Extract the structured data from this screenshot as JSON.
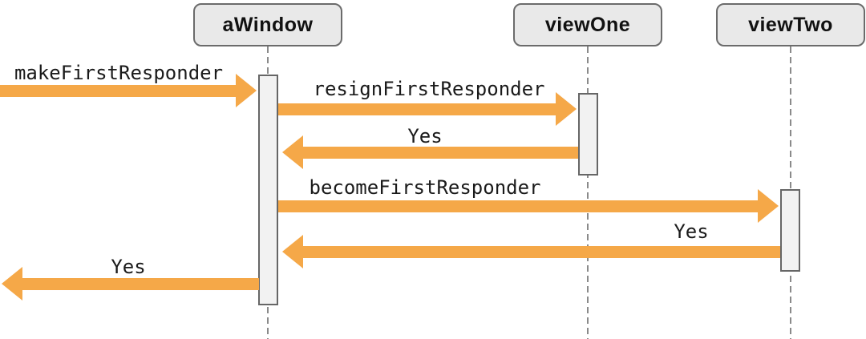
{
  "diagram": {
    "type": "sequence-diagram",
    "topic": "first-responder message flow",
    "colors": {
      "arrow": "#F5A848",
      "box_fill": "#E9E9E9",
      "box_border": "#6B6B6B",
      "bar_fill": "#F2F2F2",
      "bar_border": "#666666",
      "lifeline": "#8A8A8A",
      "text": "#1a1a1a"
    },
    "participants": [
      {
        "id": "aWindow",
        "label": "aWindow"
      },
      {
        "id": "viewOne",
        "label": "viewOne"
      },
      {
        "id": "viewTwo",
        "label": "viewTwo"
      }
    ],
    "messages": [
      {
        "label": "makeFirstResponder",
        "from": "external-left",
        "to": "aWindow",
        "direction": "right"
      },
      {
        "label": "resignFirstResponder",
        "from": "aWindow",
        "to": "viewOne",
        "direction": "right"
      },
      {
        "label": "Yes",
        "from": "viewOne",
        "to": "aWindow",
        "direction": "left"
      },
      {
        "label": "becomeFirstResponder",
        "from": "aWindow",
        "to": "viewTwo",
        "direction": "right"
      },
      {
        "label": "Yes",
        "from": "viewTwo",
        "to": "aWindow",
        "direction": "left"
      },
      {
        "label": "Yes",
        "from": "aWindow",
        "to": "external-left",
        "direction": "left"
      }
    ]
  }
}
